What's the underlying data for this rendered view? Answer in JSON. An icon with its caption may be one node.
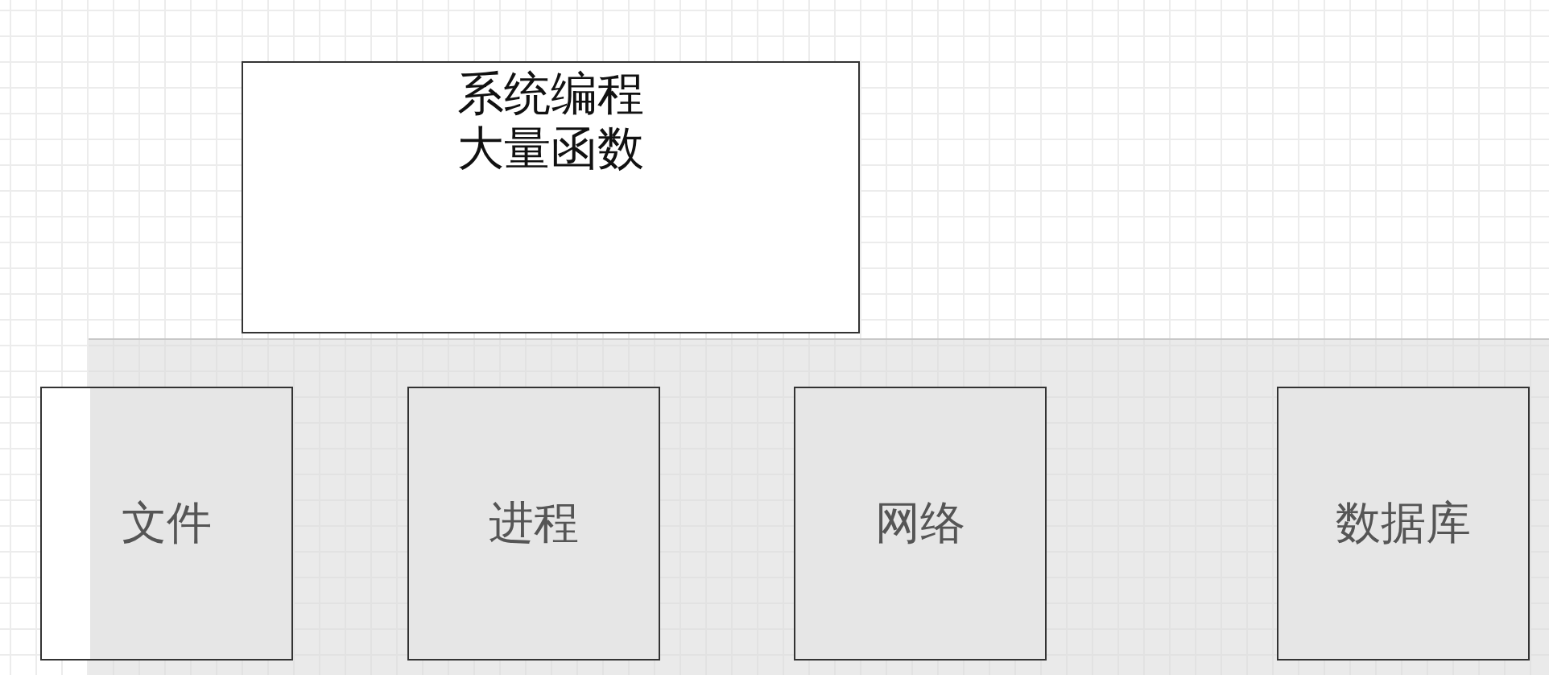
{
  "diagram": {
    "nodes": [
      {
        "text": [
          "系统编程大量函数"
        ]
      },
      {
        "text": [
          "文件"
        ]
      },
      {
        "text": [
          "进程"
        ]
      },
      {
        "text": [
          "网络"
        ]
      },
      {
        "text": [
          "数据库"
        ]
      }
    ]
  }
}
